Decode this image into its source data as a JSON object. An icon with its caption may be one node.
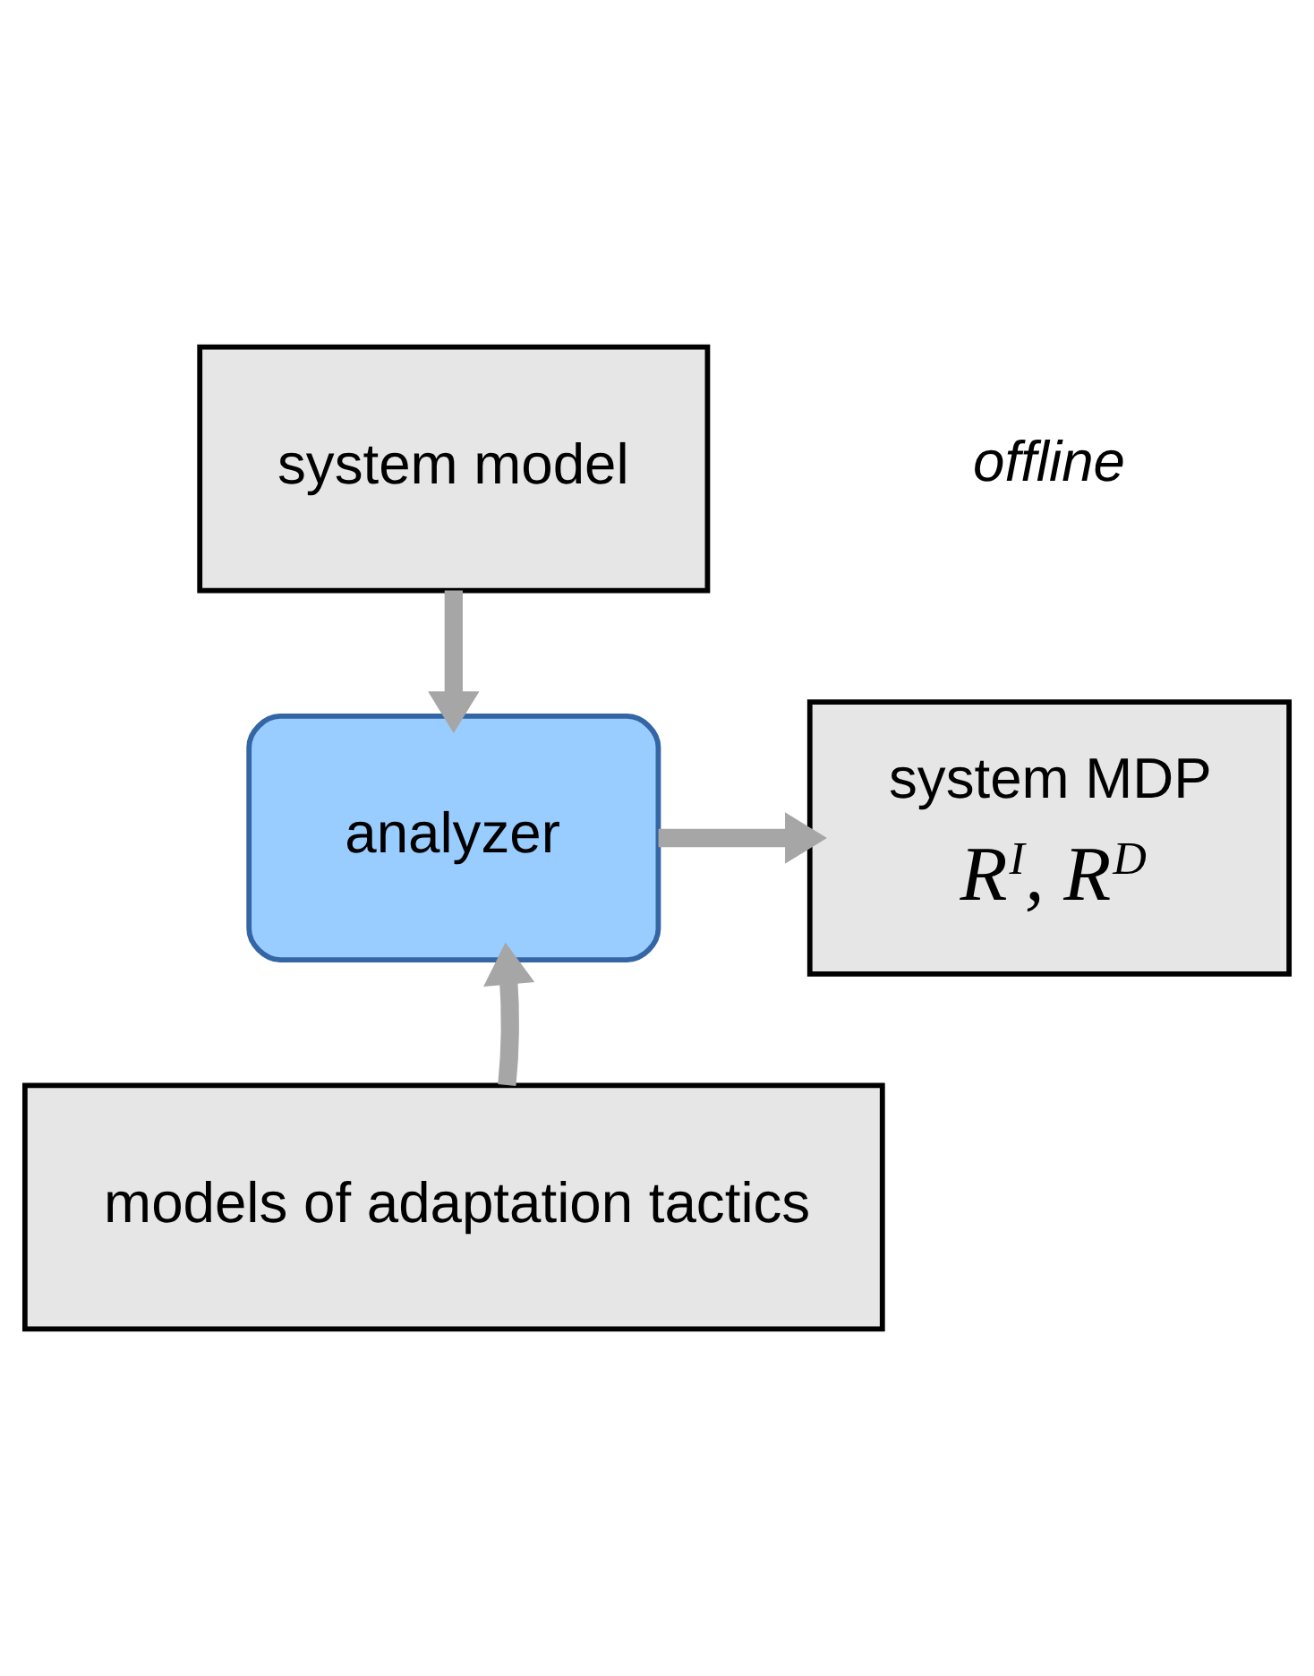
{
  "diagram": {
    "nodes": [
      {
        "text": [
          "system model"
        ]
      },
      {
        "text": [
          "analyzer"
        ]
      },
      {
        "text": [
          "system MDP",
          "R$^{I}$, R$^{D}$"
        ]
      },
      {
        "text": [
          "models of adaptation tactics"
        ]
      }
    ],
    "edges": [
      {
        "from": 0,
        "to": 1,
        "arrow": "to"
      },
      {
        "from": 3,
        "to": 1,
        "arrow": "to"
      },
      {
        "from": 1,
        "to": 2,
        "arrow": "to"
      }
    ],
    "labels": [
      "offline"
    ]
  }
}
